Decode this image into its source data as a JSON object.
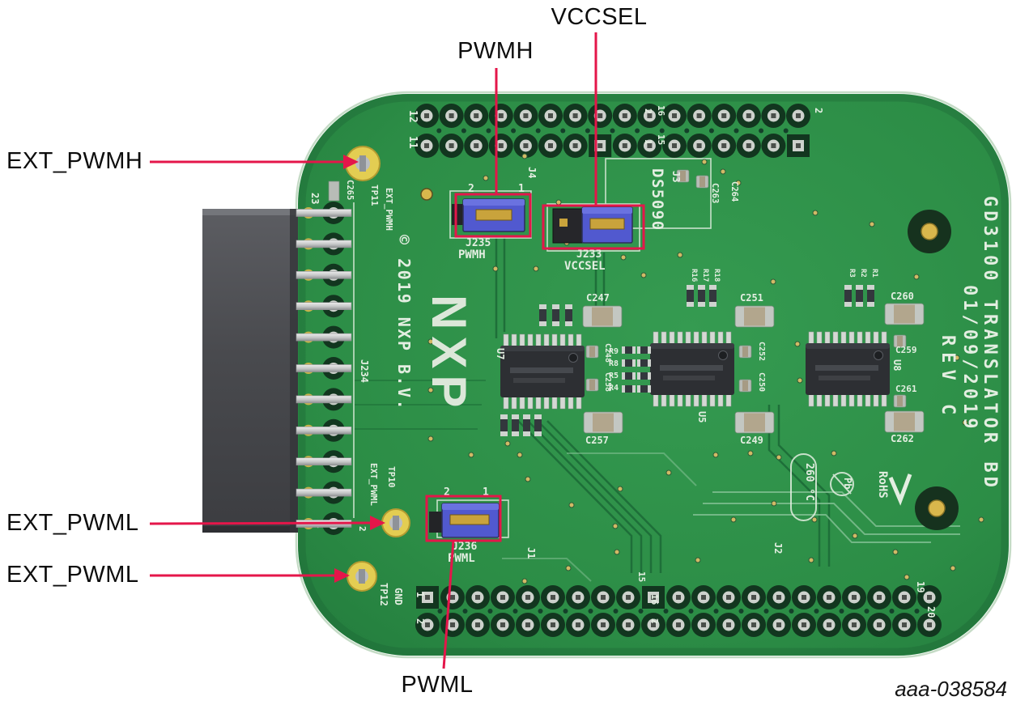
{
  "figure": {
    "code": "aaa-038584"
  },
  "callouts": {
    "vccsel": "VCCSEL",
    "pwmh": "PWMH",
    "ext_pwmh": "EXT_PWMH",
    "ext_pwml_top": "EXT_PWML",
    "ext_pwml_bottom": "EXT_PWML",
    "pwml": "PWML"
  },
  "board": {
    "logo": "NXP",
    "copyright": "© 2019 NXP B.V.",
    "title": "GD3100 TRANSLATOR BD",
    "date": "01/09/2019",
    "rev": "REV C",
    "ds_code": "DS5090",
    "temp_rating": "260 °C",
    "pb_symbol": "Pb",
    "rohs": "RoHS",
    "jumpers": {
      "j235": {
        "ref": "J235",
        "label": "PWMH",
        "pin1": "1",
        "pin2": "2"
      },
      "j233": {
        "ref": "J233",
        "label": "VCCSEL"
      },
      "j236": {
        "ref": "J236",
        "label": "PWML",
        "pin1": "1",
        "pin2": "2"
      }
    },
    "testpoints": {
      "tp11": {
        "ref": "TP11",
        "net": "EXT_PWMH"
      },
      "tp10": {
        "ref": "TP10",
        "net": "EXT_PWML"
      },
      "tp12": {
        "ref": "TP12",
        "net": "GND"
      }
    },
    "refs": {
      "j1": "J1",
      "j2": "J2",
      "j3": "J3",
      "j4": "J4",
      "j234": "J234",
      "u5": "U5",
      "u7": "U7",
      "u8": "U8",
      "c247": "C247",
      "c248": "C248",
      "c249": "C249",
      "c250": "C250",
      "c251": "C251",
      "c252": "C252",
      "c257": "C257",
      "c258": "C258",
      "c259": "C259",
      "c260": "C260",
      "c261": "C261",
      "c262": "C262",
      "c263": "C263",
      "c264": "C264",
      "c265": "C265",
      "r1": "R1",
      "r2": "R2",
      "r3": "R3",
      "r4": "R4",
      "r5": "R5",
      "r8": "R8",
      "r9": "R9",
      "r16": "R16",
      "r17": "R17",
      "r18": "R18"
    },
    "pins": {
      "top_left_a": "12",
      "top_left_b": "11",
      "top_mid_a": "2",
      "top_mid_b": "1",
      "top_mid_c": "16",
      "top_mid_d": "15",
      "top_right_a": "2",
      "bot_left_a": "1",
      "bot_left_b": "2",
      "bot_mid_a": "15",
      "bot_mid_b": "16",
      "bot_mid_c": "2",
      "bot_right_a": "19",
      "bot_right_b": "20",
      "conn_top": "23",
      "conn_bot_a": "1",
      "conn_bot_b": "2"
    },
    "colors": {
      "board": "#2e9148",
      "board_dark": "#1d6e38",
      "silkscreen": "#e3eee1",
      "callout_red": "#e4164a",
      "jumper_blue": "#5159cf",
      "testpoint_gold": "#e3cd52"
    }
  }
}
